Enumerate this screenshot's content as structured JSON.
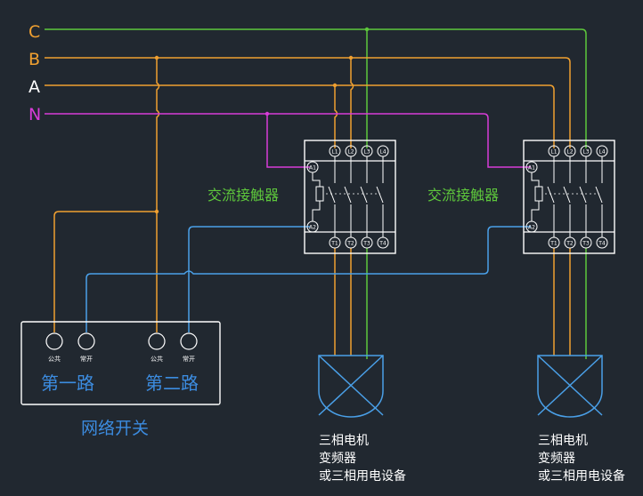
{
  "phases": {
    "C": "C",
    "B": "B",
    "A": "A",
    "N": "N"
  },
  "contactor_label": "交流接触器",
  "terminals": {
    "coil_top": "A1",
    "coil_bottom": "A2",
    "line": [
      "L1",
      "L2",
      "L3",
      "L4"
    ],
    "load": [
      "T1",
      "T2",
      "T3",
      "T4"
    ]
  },
  "network_switch": {
    "title": "网络开关",
    "channel_1": "第一路",
    "channel_2": "第二路",
    "common": "公共",
    "normally_open": "常开"
  },
  "load_label": {
    "line1": "三相电机",
    "line2": "变频器",
    "line3": "或三相用电设备"
  },
  "colors": {
    "background": "#212830",
    "phase_C": "#5ec83c",
    "phase_B": "#f0a030",
    "phase_A": "#f0a030",
    "neutral_N": "#d83cd8",
    "control": "#4aa0e8",
    "device": "#ffffff",
    "contactor_text": "#5ec83c",
    "switch_text": "#3c8ce0"
  }
}
